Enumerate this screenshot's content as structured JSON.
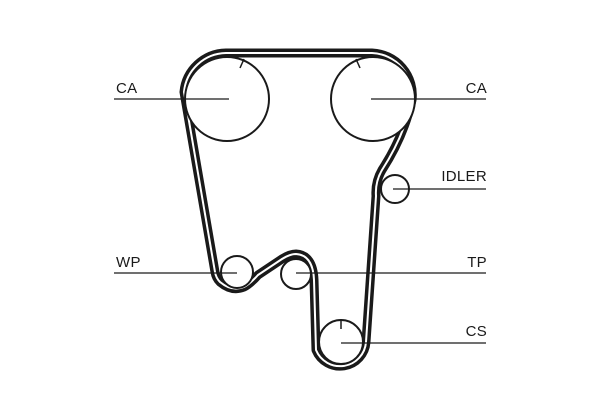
{
  "diagram": {
    "labels": {
      "cam_left": "CA",
      "cam_right": "CA",
      "idler": "IDLER",
      "water_pump": "WP",
      "tensioner": "TP",
      "crankshaft": "CS"
    },
    "colors": {
      "belt": "#1a1a1a",
      "line": "#1a1a1a",
      "background": "#ffffff"
    }
  }
}
